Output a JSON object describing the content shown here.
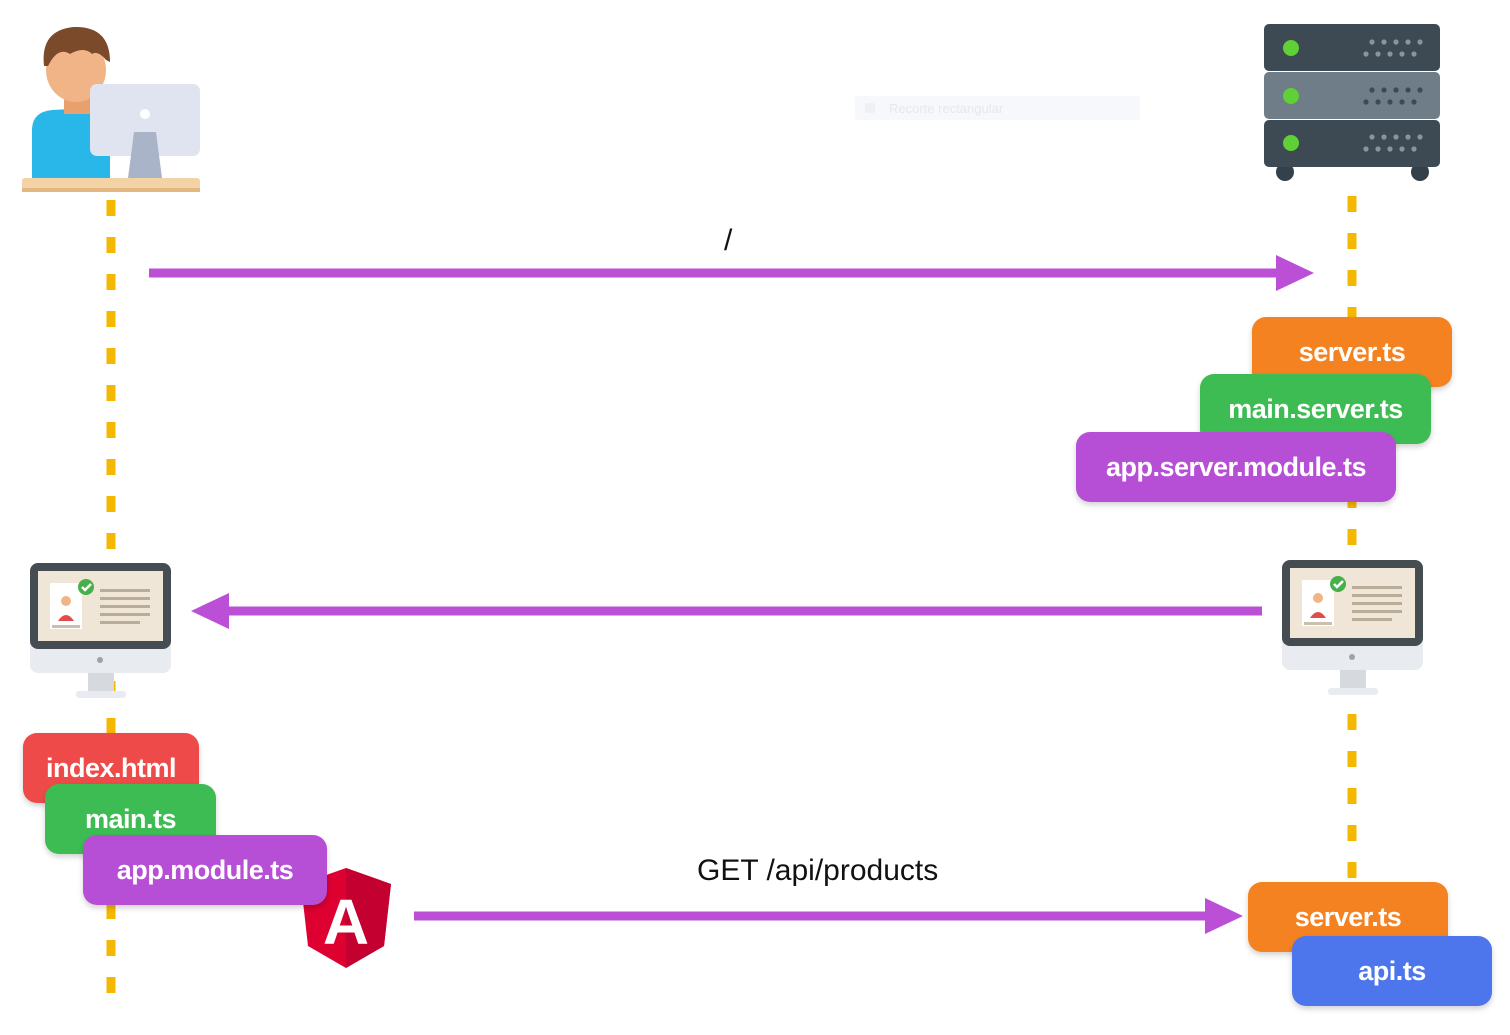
{
  "diagram": {
    "colors": {
      "lifeline": "#f5b800",
      "arrow": "#bb4fd6",
      "orange": "#f58220",
      "green": "#3ebc54",
      "purple": "#b74fd6",
      "red": "#ef4a4a",
      "blue": "#4d76ed",
      "angular_red": "#dd0031"
    },
    "icons": {
      "client": "user-at-computer-icon",
      "server": "server-rack-icon",
      "page_left": "rendered-page-monitor-icon",
      "page_right": "rendered-page-monitor-icon",
      "framework": "angular-logo-icon"
    },
    "request_1": {
      "label": "/"
    },
    "request_2": {
      "label": "GET /api/products"
    },
    "server_files": [
      "server.ts",
      "main.server.ts",
      "app.server.module.ts"
    ],
    "client_files": [
      "index.html",
      "main.ts",
      "app.module.ts"
    ],
    "api_files": [
      "server.ts",
      "api.ts"
    ],
    "angular_logo": {
      "letter": "A"
    },
    "faded_tooltip": "Recorte rectangular"
  }
}
